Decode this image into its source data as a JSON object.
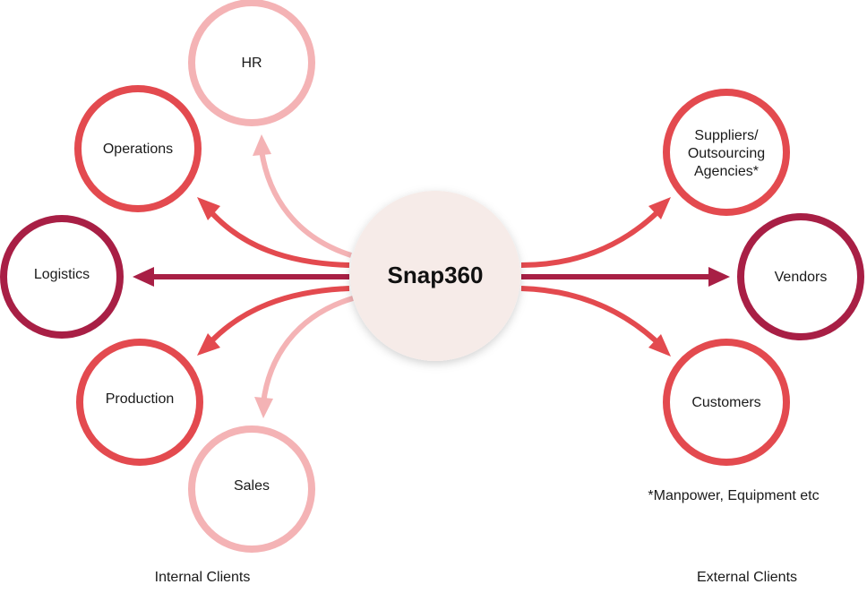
{
  "center": {
    "label": "Snap360"
  },
  "internal_nodes": [
    {
      "id": "hr",
      "label": "HR",
      "tone": "light"
    },
    {
      "id": "operations",
      "label": "Operations",
      "tone": "medium"
    },
    {
      "id": "logistics",
      "label": "Logistics",
      "tone": "dark"
    },
    {
      "id": "production",
      "label": "Production",
      "tone": "medium"
    },
    {
      "id": "sales",
      "label": "Sales",
      "tone": "light"
    }
  ],
  "external_nodes": [
    {
      "id": "suppliers",
      "label_lines": [
        "Suppliers/",
        "Outsourcing",
        "Agencies*"
      ],
      "tone": "medium"
    },
    {
      "id": "vendors",
      "label": "Vendors",
      "tone": "dark"
    },
    {
      "id": "customers",
      "label": "Customers",
      "tone": "medium"
    }
  ],
  "footnote": "*Manpower, Equipment etc",
  "group_labels": {
    "internal": "Internal Clients",
    "external": "External Clients"
  },
  "colors": {
    "light": "#f4b3b5",
    "medium": "#e34a4f",
    "dark": "#a81f45",
    "center_fill": "#f6ebe8",
    "text": "#1a1a1a"
  }
}
